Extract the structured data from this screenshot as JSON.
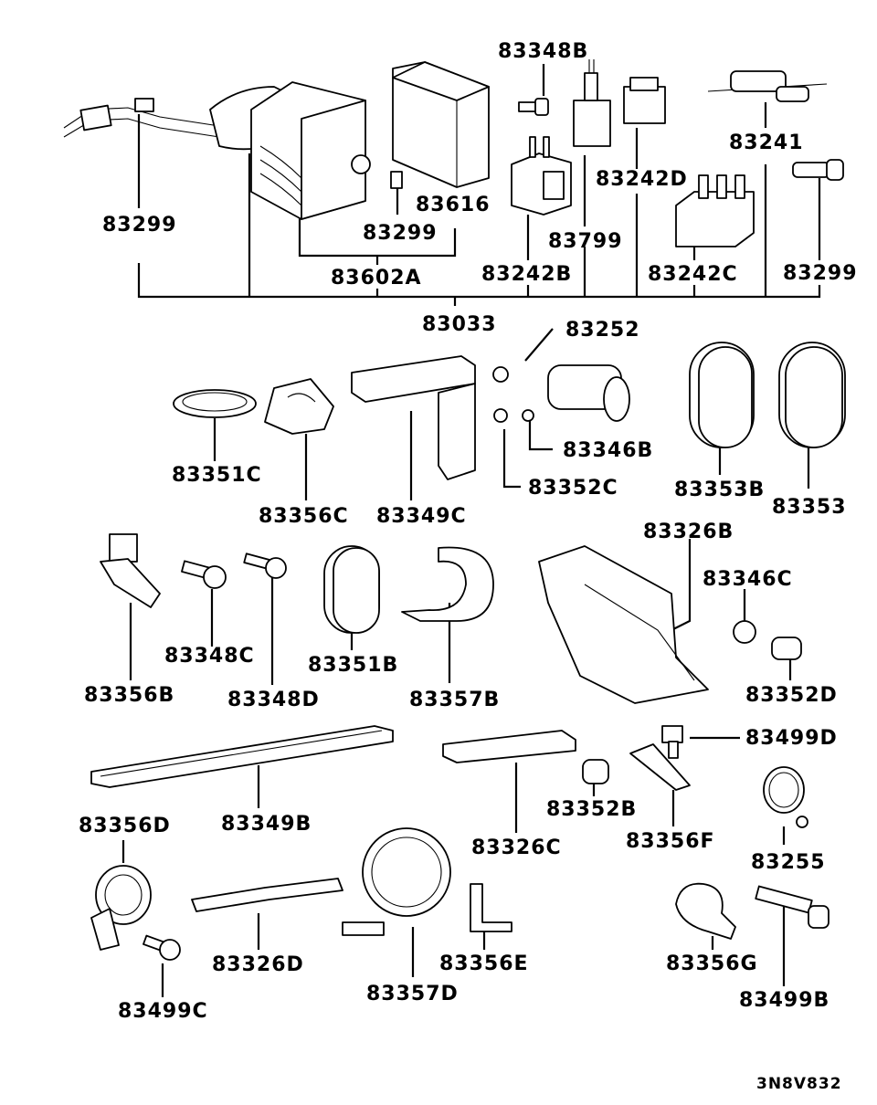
{
  "diagram_code": "3N8V832",
  "labels": {
    "p83348B": "83348B",
    "p83241": "83241",
    "p83242D": "83242D",
    "p83299_left": "83299",
    "p83616": "83616",
    "p83299_mid": "83299",
    "p83799": "83799",
    "p83602A": "83602A",
    "p83242B": "83242B",
    "p83242C": "83242C",
    "p83299_right": "83299",
    "p83033": "83033",
    "p83252": "83252",
    "p83346B": "83346B",
    "p83352C": "83352C",
    "p83351C": "83351C",
    "p83356C": "83356C",
    "p83349C": "83349C",
    "p83353B": "83353B",
    "p83353": "83353",
    "p83326B": "83326B",
    "p83346C": "83346C",
    "p83356B": "83356B",
    "p83348C": "83348C",
    "p83348D": "83348D",
    "p83351B": "83351B",
    "p83357B": "83357B",
    "p83352D": "83352D",
    "p83499D": "83499D",
    "p83356D": "83356D",
    "p83349B": "83349B",
    "p83352B": "83352B",
    "p83326C": "83326C",
    "p83356F": "83356F",
    "p83255": "83255",
    "p83326D": "83326D",
    "p83357D": "83357D",
    "p83356E": "83356E",
    "p83356G": "83356G",
    "p83499C": "83499C",
    "p83499B": "83499B"
  }
}
